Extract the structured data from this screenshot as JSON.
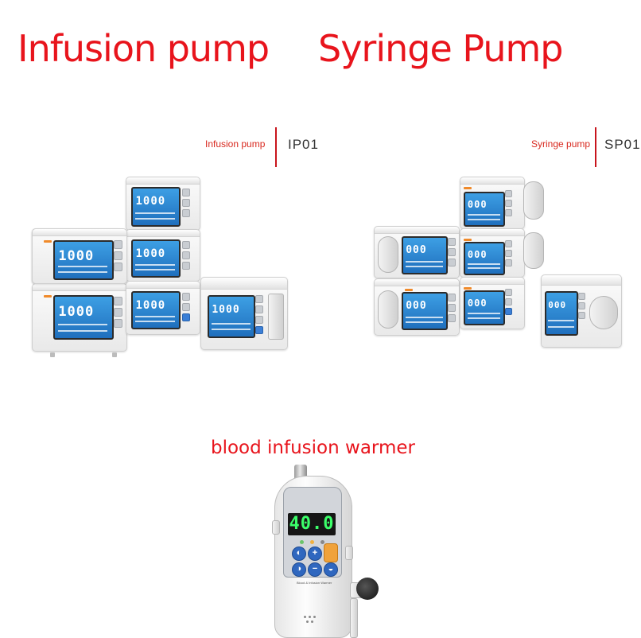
{
  "headings": {
    "infusion": "Infusion pump",
    "syringe": "Syringe Pump",
    "warmer": "blood infusion warmer"
  },
  "tags": {
    "infusion": {
      "label": "Infusion pump",
      "model": "IP01"
    },
    "syringe": {
      "label": "Syringe pump",
      "model": "SP01"
    }
  },
  "screens": {
    "infusion_value": "1000",
    "syringe_value": "000"
  },
  "warmer": {
    "display": "40.0",
    "panel_label": "Blood & Infusion Warmer"
  },
  "colors": {
    "heading_red": "#e8141c",
    "screen_blue": "#2f8bd8",
    "warmer_green": "#3bff6a",
    "accent_orange": "#f08a2a"
  }
}
